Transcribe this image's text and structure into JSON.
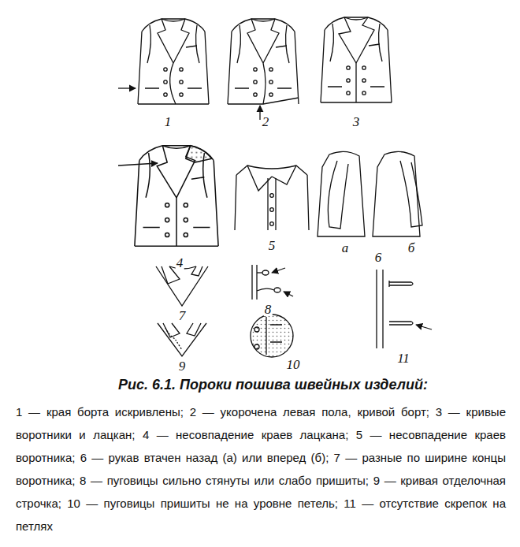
{
  "diagram": {
    "caption": "Рис. 6.1. Пороки пошива швейных изделий:",
    "labels": [
      "1",
      "2",
      "3",
      "4",
      "5",
      "а",
      "6",
      "б",
      "7",
      "8",
      "9",
      "10",
      "11",
      "1 — края борта искривлены; 2 — укорочена левая пола, кривой борт; 3 — кривые воротники и лацкан; 4 — несовпадение краев лацкана; 5 — несовпадение краев воротника; 6 — рукав втачен назад (а) или вперед (б); 7 — разные по ширине концы воротника; 8 — пуговицы сильно стянуты или слабо пришиты; 9 — кривая отделочная строчка; 10 — пуговицы пришиты не на уровне петель; 11 — отсутствие скрепок на петлях"
    ]
  }
}
